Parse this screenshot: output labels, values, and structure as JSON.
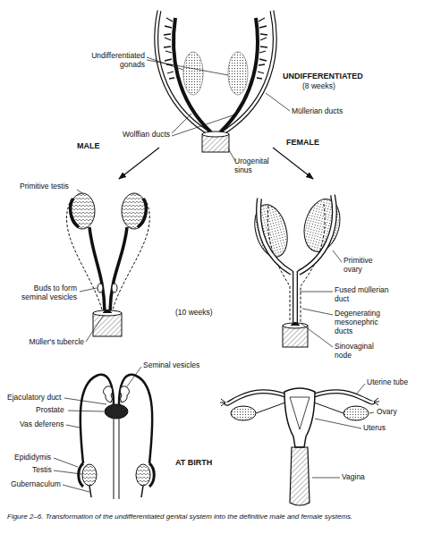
{
  "diagram": {
    "caption": "Figure 2–6. Transformation of the undifferentiated genital system into the definitive male and female systems.",
    "labels": [
      "Undifferentiated gonads",
      "UNDIFFERENTIATED",
      "(8 weeks)",
      "Müllerian ducts",
      "Wolffian ducts",
      "MALE",
      "FEMALE",
      "Urogenital sinus",
      "Primitive testis",
      "Buds to form seminal vesicles",
      "(10 weeks)",
      "Müller's tubercle",
      "Primitive ovary",
      "Fused müllerian duct",
      "Degenerating mesonephric ducts",
      "Sinovaginal node",
      "Seminal vesicles",
      "Ejaculatory duct",
      "Prostate",
      "Vas deferens",
      "Epididymis",
      "Testis",
      "Gubernaculum",
      "AT BIRTH",
      "Uterine tube",
      "Ovary",
      "Uterus",
      "Vagina"
    ]
  }
}
